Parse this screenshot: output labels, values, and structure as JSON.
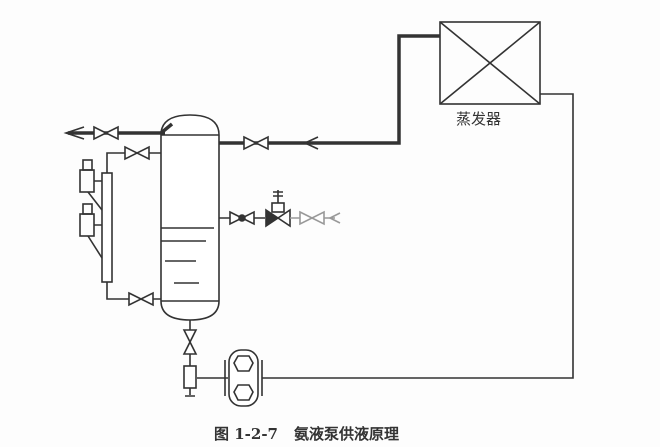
{
  "labels": {
    "evaporator": "蒸发器"
  },
  "caption": {
    "figure_number": "图 1-2-7",
    "title": "氨液泵供液原理"
  }
}
